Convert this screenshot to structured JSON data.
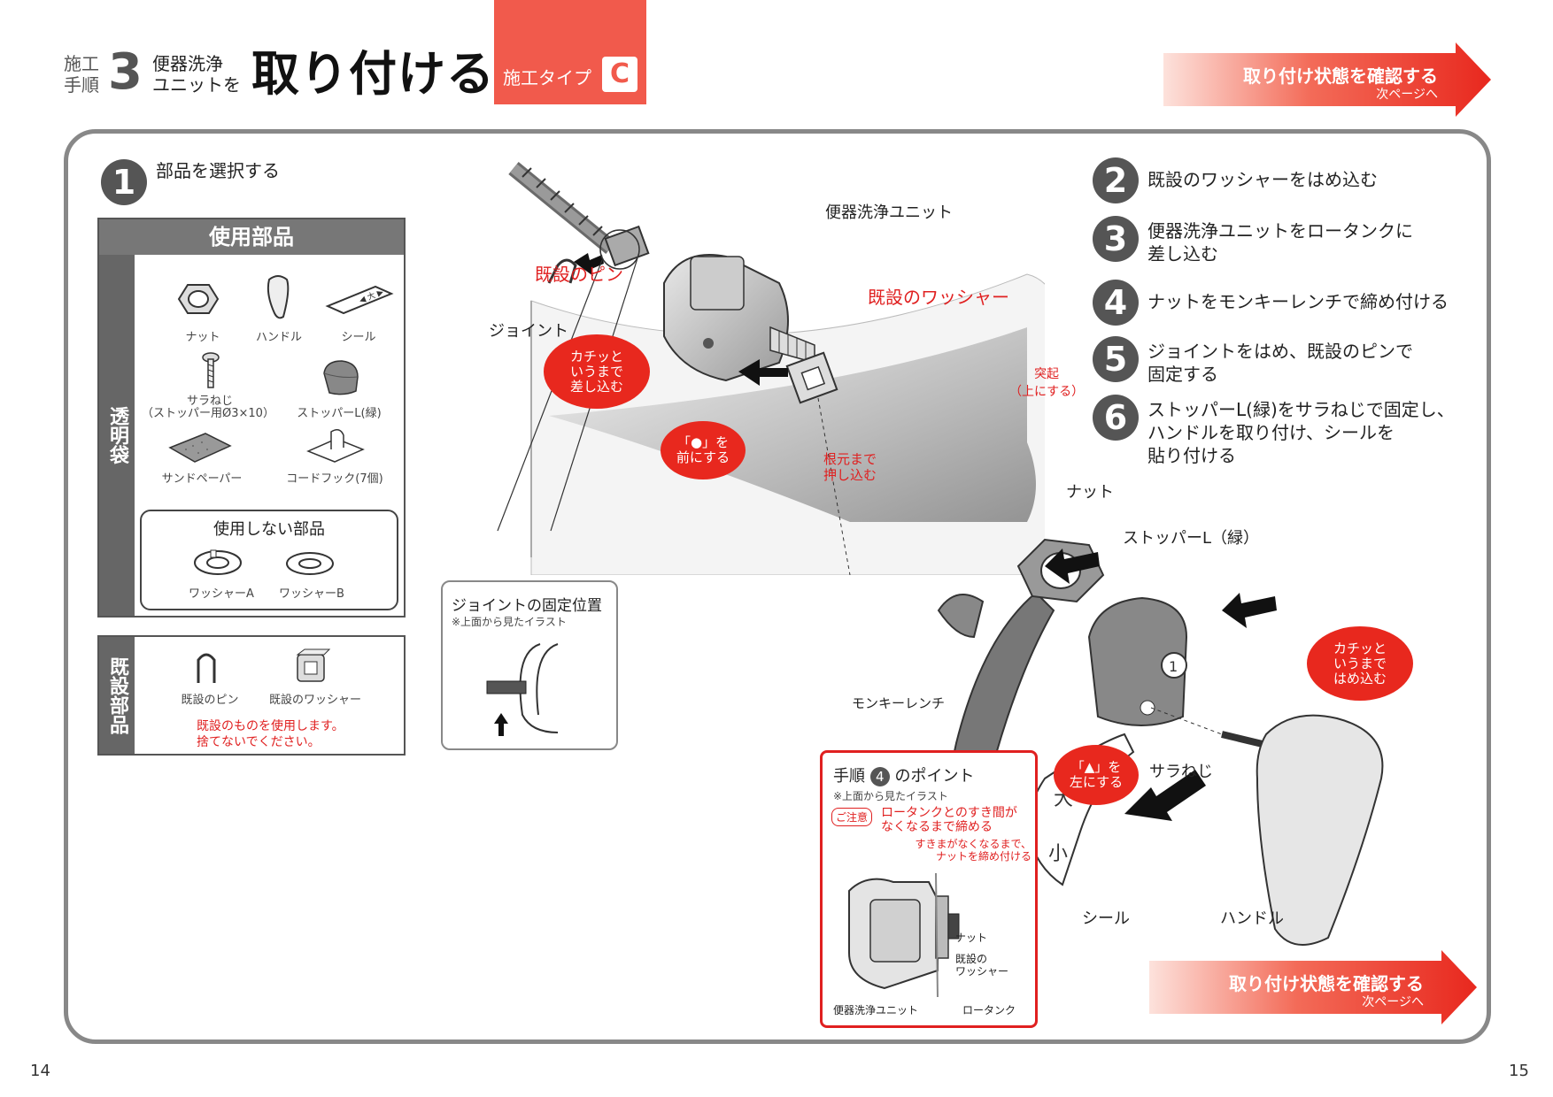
{
  "header": {
    "step_label_1": "施工",
    "step_label_2": "手順",
    "step_num": "3",
    "sub_1": "便器洗浄",
    "sub_2": "ユニットを",
    "title": "取り付ける",
    "type_label": "施工タイプ",
    "type_letter": "C"
  },
  "next_link": {
    "title": "取り付け状態を確認する",
    "sub": "次ページへ"
  },
  "step1": {
    "num": "1",
    "text": "部品を選択する"
  },
  "parts": {
    "header": "使用部品",
    "side_label": "透明袋",
    "items": [
      "ナット",
      "ハンドル",
      "シール",
      "サラねじ",
      "（ストッパー用Ø3×10）",
      "ストッパーL(緑)",
      "サンドペーパー",
      "コードフック(7個)"
    ],
    "unused_title": "使用しない部品",
    "unused_items": [
      "ワッシャーA",
      "ワッシャーB"
    ]
  },
  "existing": {
    "side_label": "既設部品",
    "items": [
      "既設のピン",
      "既設のワッシャー"
    ],
    "note_1": "既設のものを使用します。",
    "note_2": "捨てないでください。"
  },
  "steps": [
    {
      "num": "2",
      "lines": [
        "既設のワッシャーをはめ込む"
      ]
    },
    {
      "num": "3",
      "lines": [
        "便器洗浄ユニットをロータンクに",
        "差し込む"
      ]
    },
    {
      "num": "4",
      "lines": [
        "ナットをモンキーレンチで締め付ける"
      ]
    },
    {
      "num": "5",
      "lines": [
        "ジョイントをはめ、既設のピンで",
        "固定する"
      ]
    },
    {
      "num": "6",
      "lines": [
        "ストッパーL(緑)をサラねじで固定し、",
        "ハンドルを取り付け、シールを",
        "貼り付ける"
      ]
    }
  ],
  "diagram": {
    "unit_label": "便器洗浄ユニット",
    "pin_label": "既設のピン",
    "joint_label": "ジョイント",
    "washer_label": "既設のワッシャー",
    "bump_1": "突起",
    "bump_2": "（上にする）",
    "callout_click_1": "カチッと",
    "callout_click_2": "いうまで",
    "callout_click_3": "差し込む",
    "callout_dot_1": "「●」を",
    "callout_dot_2": "前にする",
    "push_1": "根元まで",
    "push_2": "押し込む",
    "nut_label": "ナット",
    "stopper_label": "ストッパーL（緑）",
    "wrench_label": "モンキーレンチ",
    "callout_tri_1": "「▲」を",
    "callout_tri_2": "左にする",
    "screw_label": "サラねじ",
    "callout_fit_1": "カチッと",
    "callout_fit_2": "いうまで",
    "callout_fit_3": "はめ込む",
    "seal_label": "シール",
    "handle_label": "ハンドル",
    "seal_big": "大",
    "seal_small": "小"
  },
  "joint_box": {
    "title": "ジョイントの固定位置",
    "note": "※上面から見たイラスト"
  },
  "point_box": {
    "title_pre": "手順",
    "title_num": "4",
    "title_post": "のポイント",
    "note": "※上面から見たイラスト",
    "caution_badge": "ご注意",
    "caution_1": "ロータンクとのすき間が",
    "caution_2": "なくなるまで締める",
    "tip_1": "すきまがなくなるまで、",
    "tip_2": "ナットを締め付ける",
    "lbl_nut": "ナット",
    "lbl_washer_1": "既設の",
    "lbl_washer_2": "ワッシャー",
    "lbl_unit": "便器洗浄ユニット",
    "lbl_tank": "ロータンク"
  },
  "page_left": "14",
  "page_right": "15",
  "colors": {
    "accent": "#f15a4c",
    "red": "#e02020",
    "gray": "#555555"
  }
}
